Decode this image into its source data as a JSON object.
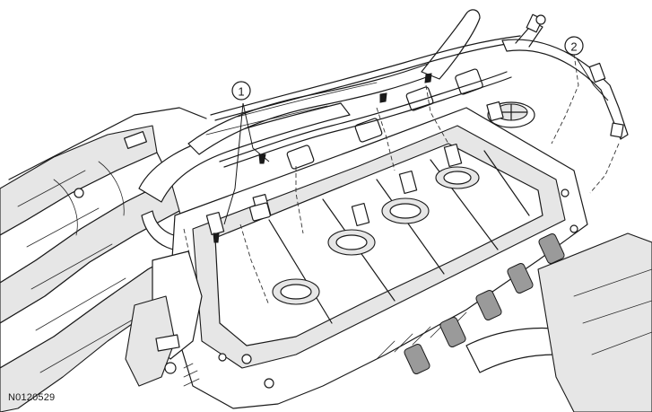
{
  "figure": {
    "id_label": "N0120529"
  },
  "callouts": [
    {
      "number": "1"
    },
    {
      "number": "2"
    }
  ],
  "colors": {
    "line": "#1a1a1a",
    "background": "#ffffff",
    "shade": "#e6e6e6"
  }
}
